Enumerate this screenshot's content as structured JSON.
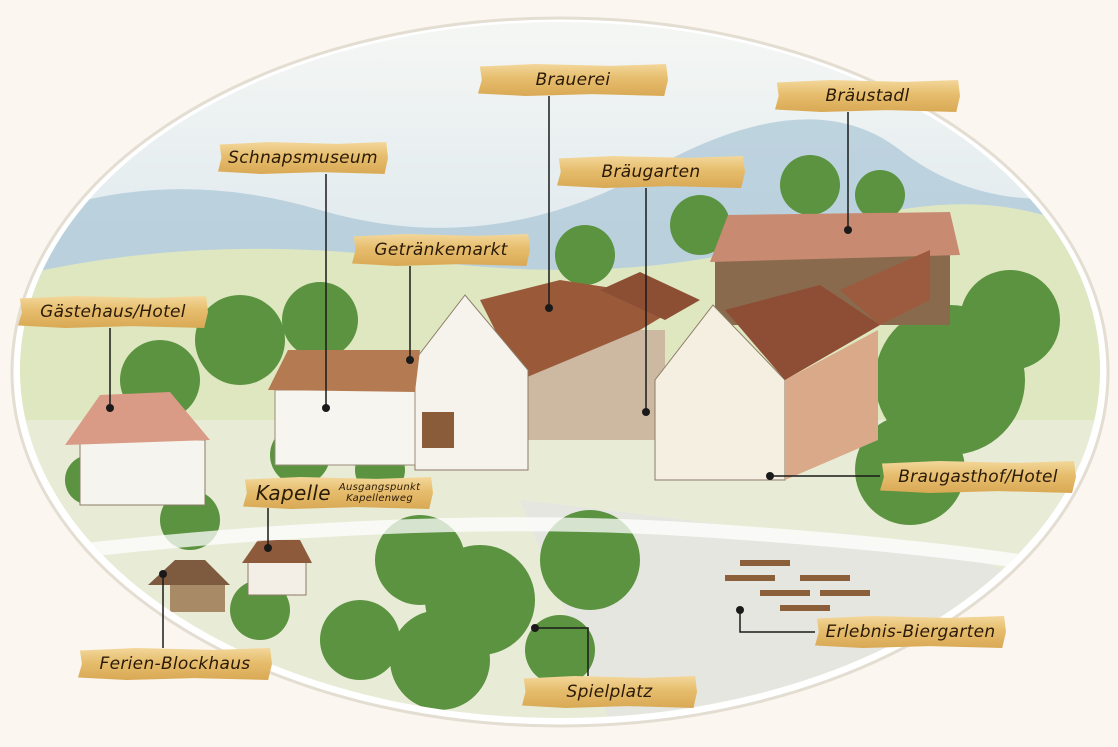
{
  "labels": {
    "brauerei": "Brauerei",
    "braeustadl": "Bräustadl",
    "schnapsmuseum": "Schnapsmuseum",
    "braeugarten": "Bräugarten",
    "getraenkemarkt": "Getränkemarkt",
    "gaestehaus": "Gästehaus/Hotel",
    "kapelle": "Kapelle",
    "kapelle_sub_1": "Ausgangspunkt",
    "kapelle_sub_2": "Kapellenweg",
    "braugasthof": "Braugasthof/Hotel",
    "ferien_blockhaus": "Ferien-Blockhaus",
    "erlebnis_biergarten": "Erlebnis-Biergarten",
    "spielplatz": "Spielplatz"
  },
  "colors": {
    "board": "#e6bd6d",
    "roof": "#b86a4a",
    "tree": "#4f8a3a",
    "sky": "#b9d3e3"
  }
}
